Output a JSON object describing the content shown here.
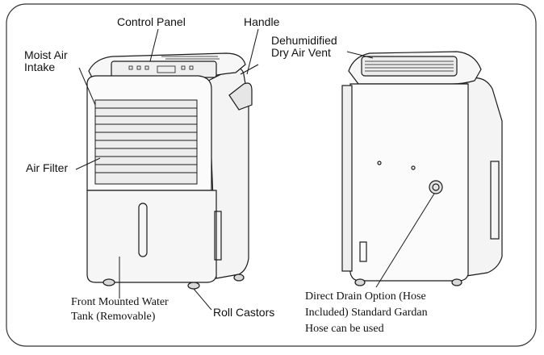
{
  "labels": {
    "control_panel": "Control Panel",
    "handle": "Handle",
    "moist_air_1": "Moist Air",
    "moist_air_2": "Intake",
    "dry_air_1": "Dehumidified",
    "dry_air_2": "Dry Air Vent",
    "air_filter": "Air Filter",
    "water_tank_1": "Front Mounted Water",
    "water_tank_2": "Tank (Removable)",
    "roll_castors": "Roll Castors",
    "drain_1": "Direct Drain Option (Hose",
    "drain_2": "Included) Standard Gardan",
    "drain_3": "Hose can be used"
  },
  "colors": {
    "line": "#1a1a1a",
    "frame": "#333333"
  }
}
